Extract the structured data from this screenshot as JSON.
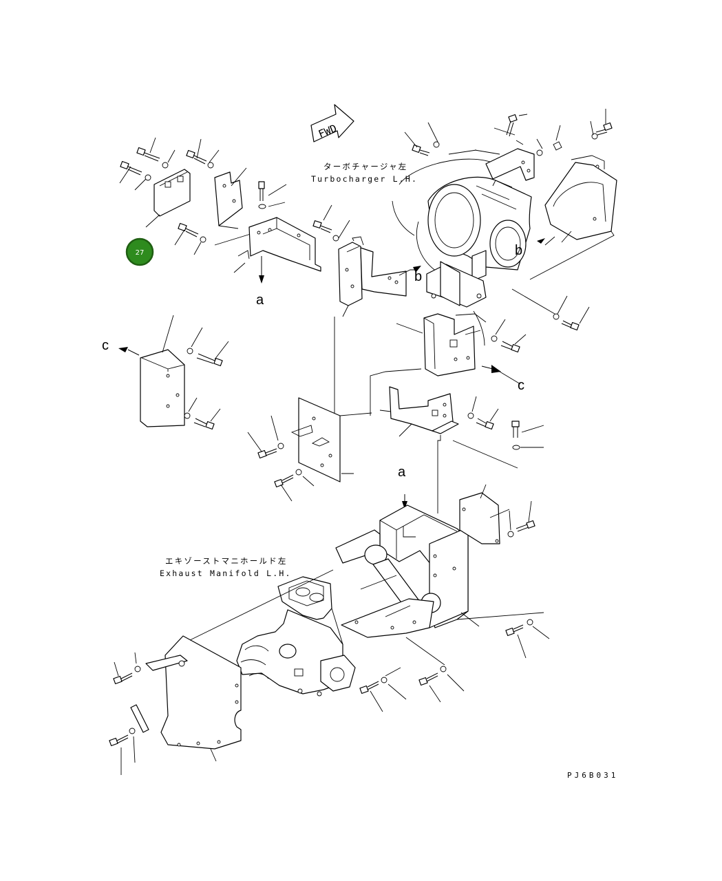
{
  "diagram": {
    "fwd_marker": "FWD",
    "turbocharger": {
      "label_jp": "ターボチャージャ左",
      "label_en": "Turbocharger L.H."
    },
    "exhaust_manifold": {
      "label_jp": "エキゾーストマニホールド左",
      "label_en": "Exhaust Manifold L.H."
    },
    "reference_letters": {
      "a_top": "a",
      "a_bottom": "a",
      "b_left": "b",
      "b_right": "b",
      "c_left": "c",
      "c_right": "c"
    },
    "callout_badge": "27",
    "drawing_code": "PJ6B031",
    "colors": {
      "badge_fill": "#2e8b1e",
      "line": "#000000",
      "background": "#ffffff"
    }
  }
}
